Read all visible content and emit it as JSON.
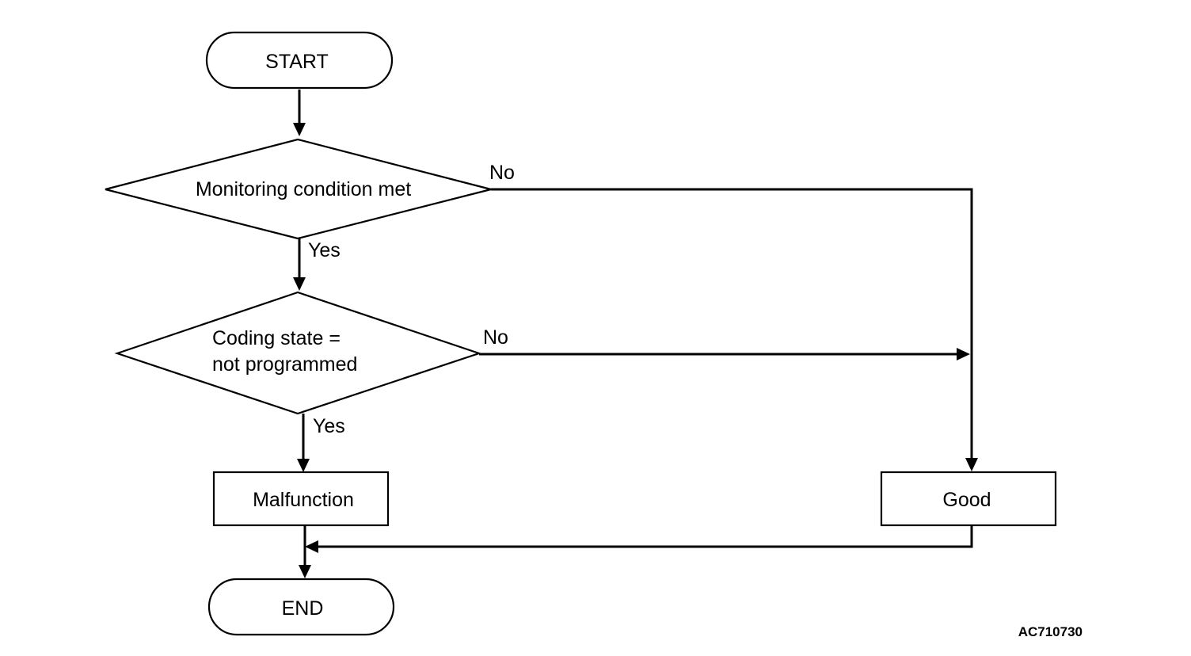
{
  "nodes": {
    "start": "START",
    "decision1": "Monitoring condition met",
    "decision2_line1": "Coding state =",
    "decision2_line2": "not programmed",
    "malfunction": "Malfunction",
    "good": "Good",
    "end": "END"
  },
  "edges": {
    "d1_no": "No",
    "d1_yes": "Yes",
    "d2_no": "No",
    "d2_yes": "Yes"
  },
  "figure_ref": "AC710730"
}
